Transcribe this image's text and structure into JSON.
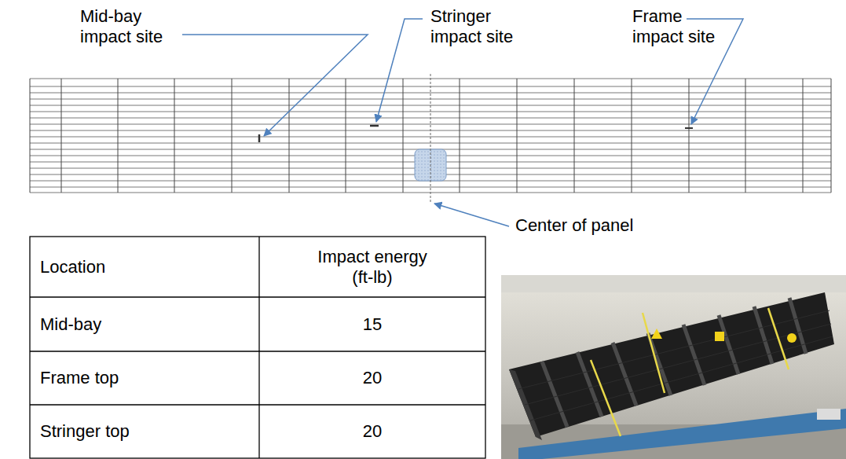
{
  "diagram": {
    "labels": [
      "Mid-bay impact site",
      "Stringer impact site",
      "Frame impact site",
      "Center of panel",
      "Location",
      "Impact energy (ft-lb)",
      "Mid-bay",
      "15",
      "Frame top",
      "20",
      "Stringer top",
      "20"
    ]
  }
}
